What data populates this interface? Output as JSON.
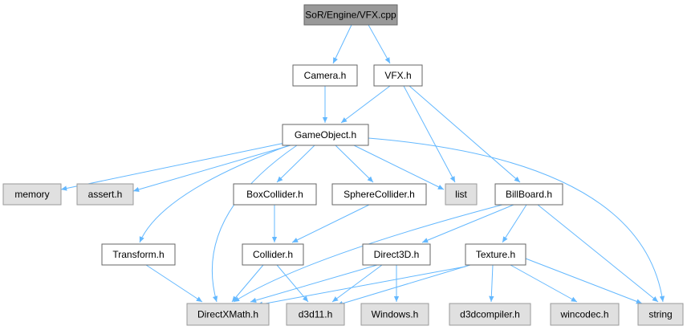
{
  "graph": {
    "edge_color": "#63b8ff",
    "node_styles": {
      "root": {
        "fill": "#999999",
        "stroke": "#666666"
      },
      "local": {
        "fill": "#ffffff",
        "stroke": "#666666"
      },
      "system": {
        "fill": "#e0e0e0",
        "stroke": "#999999"
      }
    },
    "nodes": [
      {
        "id": "vfx_cpp",
        "label": "SoR/Engine/VFX.cpp",
        "kind": "root"
      },
      {
        "id": "camera_h",
        "label": "Camera.h",
        "kind": "local"
      },
      {
        "id": "vfx_h",
        "label": "VFX.h",
        "kind": "local"
      },
      {
        "id": "gameobject_h",
        "label": "GameObject.h",
        "kind": "local"
      },
      {
        "id": "memory",
        "label": "memory",
        "kind": "system"
      },
      {
        "id": "assert_h",
        "label": "assert.h",
        "kind": "system"
      },
      {
        "id": "boxcollider_h",
        "label": "BoxCollider.h",
        "kind": "local"
      },
      {
        "id": "spherecollider_h",
        "label": "SphereCollider.h",
        "kind": "local"
      },
      {
        "id": "list",
        "label": "list",
        "kind": "system"
      },
      {
        "id": "billboard_h",
        "label": "BillBoard.h",
        "kind": "local"
      },
      {
        "id": "transform_h",
        "label": "Transform.h",
        "kind": "local"
      },
      {
        "id": "collider_h",
        "label": "Collider.h",
        "kind": "local"
      },
      {
        "id": "direct3d_h",
        "label": "Direct3D.h",
        "kind": "local"
      },
      {
        "id": "texture_h",
        "label": "Texture.h",
        "kind": "local"
      },
      {
        "id": "directxmath_h",
        "label": "DirectXMath.h",
        "kind": "system"
      },
      {
        "id": "d3d11_h",
        "label": "d3d11.h",
        "kind": "system"
      },
      {
        "id": "windows_h",
        "label": "Windows.h",
        "kind": "system"
      },
      {
        "id": "d3dcompiler_h",
        "label": "d3dcompiler.h",
        "kind": "system"
      },
      {
        "id": "wincodec_h",
        "label": "wincodec.h",
        "kind": "system"
      },
      {
        "id": "string",
        "label": "string",
        "kind": "system"
      }
    ],
    "edges": [
      {
        "from": "vfx_cpp",
        "to": "camera_h"
      },
      {
        "from": "vfx_cpp",
        "to": "vfx_h"
      },
      {
        "from": "camera_h",
        "to": "gameobject_h"
      },
      {
        "from": "vfx_h",
        "to": "gameobject_h"
      },
      {
        "from": "vfx_h",
        "to": "list"
      },
      {
        "from": "vfx_h",
        "to": "billboard_h"
      },
      {
        "from": "gameobject_h",
        "to": "memory"
      },
      {
        "from": "gameobject_h",
        "to": "assert_h"
      },
      {
        "from": "gameobject_h",
        "to": "boxcollider_h"
      },
      {
        "from": "gameobject_h",
        "to": "spherecollider_h"
      },
      {
        "from": "gameobject_h",
        "to": "list"
      },
      {
        "from": "gameobject_h",
        "to": "transform_h"
      },
      {
        "from": "gameobject_h",
        "to": "directxmath_h"
      },
      {
        "from": "gameobject_h",
        "to": "string"
      },
      {
        "from": "boxcollider_h",
        "to": "collider_h"
      },
      {
        "from": "spherecollider_h",
        "to": "collider_h"
      },
      {
        "from": "transform_h",
        "to": "directxmath_h"
      },
      {
        "from": "collider_h",
        "to": "directxmath_h"
      },
      {
        "from": "collider_h",
        "to": "d3d11_h"
      },
      {
        "from": "billboard_h",
        "to": "direct3d_h"
      },
      {
        "from": "billboard_h",
        "to": "texture_h"
      },
      {
        "from": "billboard_h",
        "to": "directxmath_h"
      },
      {
        "from": "billboard_h",
        "to": "string"
      },
      {
        "from": "direct3d_h",
        "to": "directxmath_h"
      },
      {
        "from": "direct3d_h",
        "to": "d3d11_h"
      },
      {
        "from": "direct3d_h",
        "to": "windows_h"
      },
      {
        "from": "texture_h",
        "to": "directxmath_h"
      },
      {
        "from": "texture_h",
        "to": "d3d11_h"
      },
      {
        "from": "texture_h",
        "to": "d3dcompiler_h"
      },
      {
        "from": "texture_h",
        "to": "wincodec_h"
      },
      {
        "from": "texture_h",
        "to": "string"
      }
    ]
  }
}
